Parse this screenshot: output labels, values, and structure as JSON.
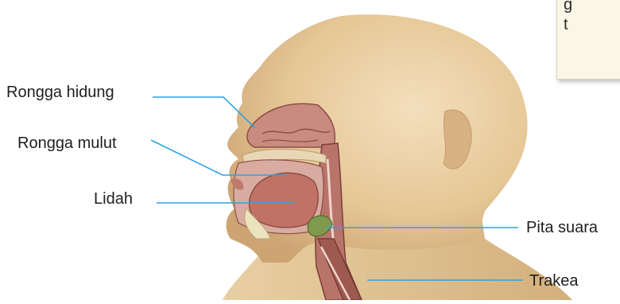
{
  "diagram": {
    "labels": {
      "rongga_hidung": "Rongga hidung",
      "rongga_mulut": "Rongga mulut",
      "lidah": "Lidah",
      "pita_suara": "Pita suara",
      "trakea": "Trakea"
    },
    "note_fragment": "g\nt",
    "colors": {
      "skin": "#e7c99a",
      "flesh": "#c98a7f",
      "cavity": "#d7b0a6",
      "leader_line": "#2fa3e0",
      "vocal_cords": "#7f9a4c"
    }
  }
}
